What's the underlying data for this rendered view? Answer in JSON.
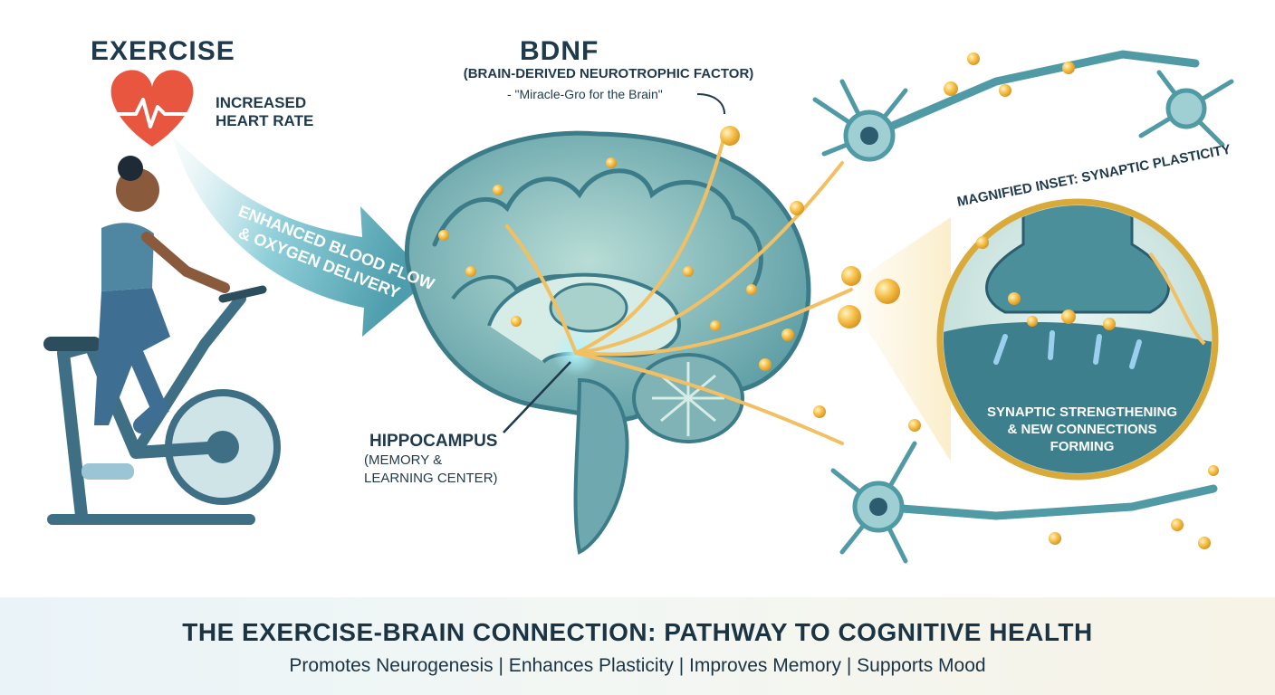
{
  "exercise": {
    "title": "EXERCISE",
    "heart_label": "INCREASED HEART RATE"
  },
  "arrow": {
    "line1": "ENHANCED BLOOD FLOW",
    "line2": "& OXYGEN DELIVERY"
  },
  "bdnf": {
    "title": "BDNF",
    "subtitle": "(BRAIN-DERIVED NEUROTROPHIC FACTOR)",
    "tagline": "- \"Miracle-Gro for the Brain\""
  },
  "hippocampus": {
    "title": "HIPPOCAMPUS",
    "subtitle": "(MEMORY & LEARNING CENTER)"
  },
  "inset": {
    "title": "MAGNIFIED INSET: SYNAPTIC PLASTICITY",
    "caption_line1": "SYNAPTIC STRENGTHENING",
    "caption_line2": "& NEW CONNECTIONS",
    "caption_line3": "FORMING"
  },
  "footer": {
    "title": "THE EXERCISE-BRAIN CONNECTION: PATHWAY TO COGNITIVE HEALTH",
    "subtitle": "Promotes Neurogenesis | Enhances Plasticity | Improves Memory | Supports Mood"
  },
  "colors": {
    "teal": "#4f9aa4",
    "dark_teal": "#2c5d6e",
    "gold": "#f2b636",
    "heart": "#e8563f",
    "text": "#1f3a4d"
  }
}
